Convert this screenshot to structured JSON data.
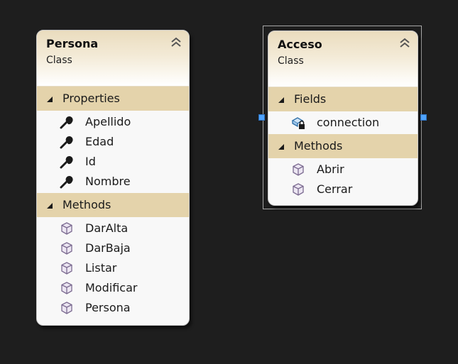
{
  "classes": {
    "persona": {
      "name": "Persona",
      "kind": "Class",
      "properties_title": "Properties",
      "properties": [
        "Apellido",
        "Edad",
        "Id",
        "Nombre"
      ],
      "methods_title": "Methods",
      "methods": [
        "DarAlta",
        "DarBaja",
        "Listar",
        "Modificar",
        "Persona"
      ]
    },
    "acceso": {
      "name": "Acceso",
      "kind": "Class",
      "fields_title": "Fields",
      "fields": [
        "connection"
      ],
      "methods_title": "Methods",
      "methods": [
        "Abrir",
        "Cerrar"
      ]
    }
  },
  "icons": {
    "collapse": "double-chevron-up-icon",
    "section_toggle": "triangle-down-icon",
    "property": "wrench-icon",
    "method": "cube-icon",
    "field": "private-field-icon"
  },
  "colors": {
    "canvas": "#1e1e1e",
    "section_band": "#e4d3ab",
    "selection_handle": "#4fa3ff"
  }
}
